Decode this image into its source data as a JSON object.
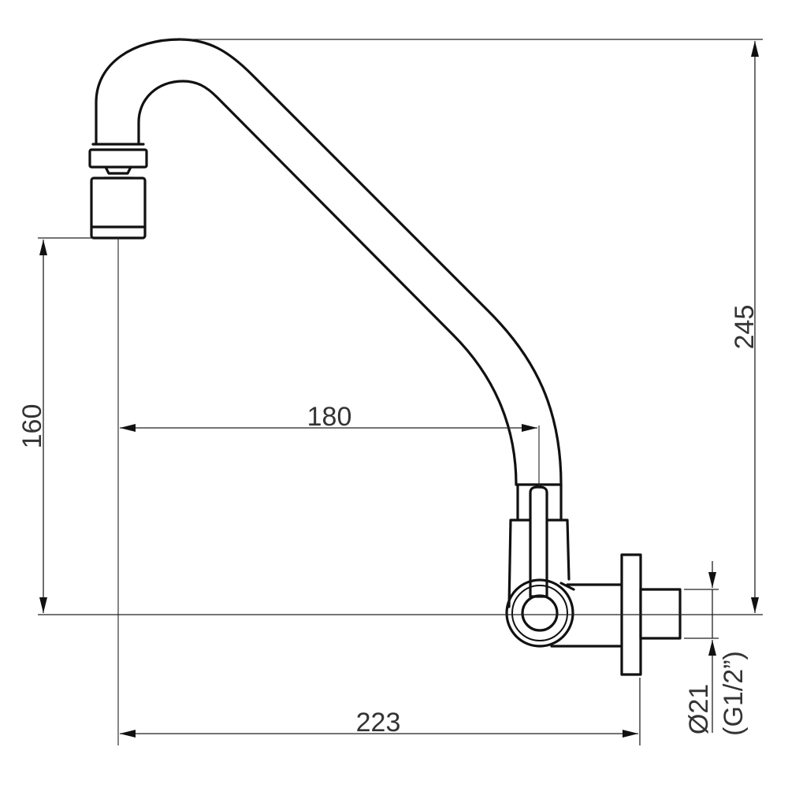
{
  "drawing": {
    "subject": "wall-mounted faucet with swivel spout and aerator",
    "line_color": "#111111",
    "text_color": "#333333",
    "background": "#ffffff"
  },
  "dimensions": {
    "total_height": {
      "value": "245",
      "orientation": "vertical"
    },
    "spout_outlet_height": {
      "value": "160",
      "orientation": "vertical"
    },
    "spout_reach": {
      "value": "180",
      "orientation": "horizontal"
    },
    "total_depth": {
      "value": "223",
      "orientation": "horizontal"
    },
    "connection_diameter": {
      "value": "Ø21",
      "orientation": "vertical"
    },
    "connection_thread": {
      "value": "(G1/2”)",
      "orientation": "vertical"
    }
  }
}
